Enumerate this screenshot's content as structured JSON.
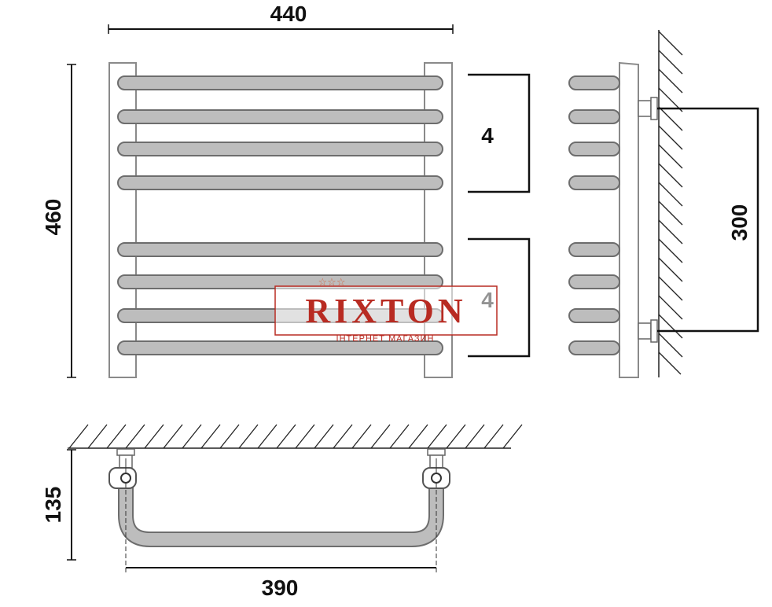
{
  "dimensions": {
    "top_width": "440",
    "height": "460",
    "group_upper_count": "4",
    "group_lower_count": "4",
    "center_distance": "300",
    "depth": "135",
    "bottom_center": "390"
  },
  "watermark": {
    "brand": "RIXTON",
    "tagline": "ІНТЕРНЕТ МАГАЗИН"
  },
  "colors": {
    "line": "#111111",
    "rail_fill": "#bdbdbd",
    "rail_stroke": "#6d6d6d",
    "watermark_red": "#b82b22"
  }
}
